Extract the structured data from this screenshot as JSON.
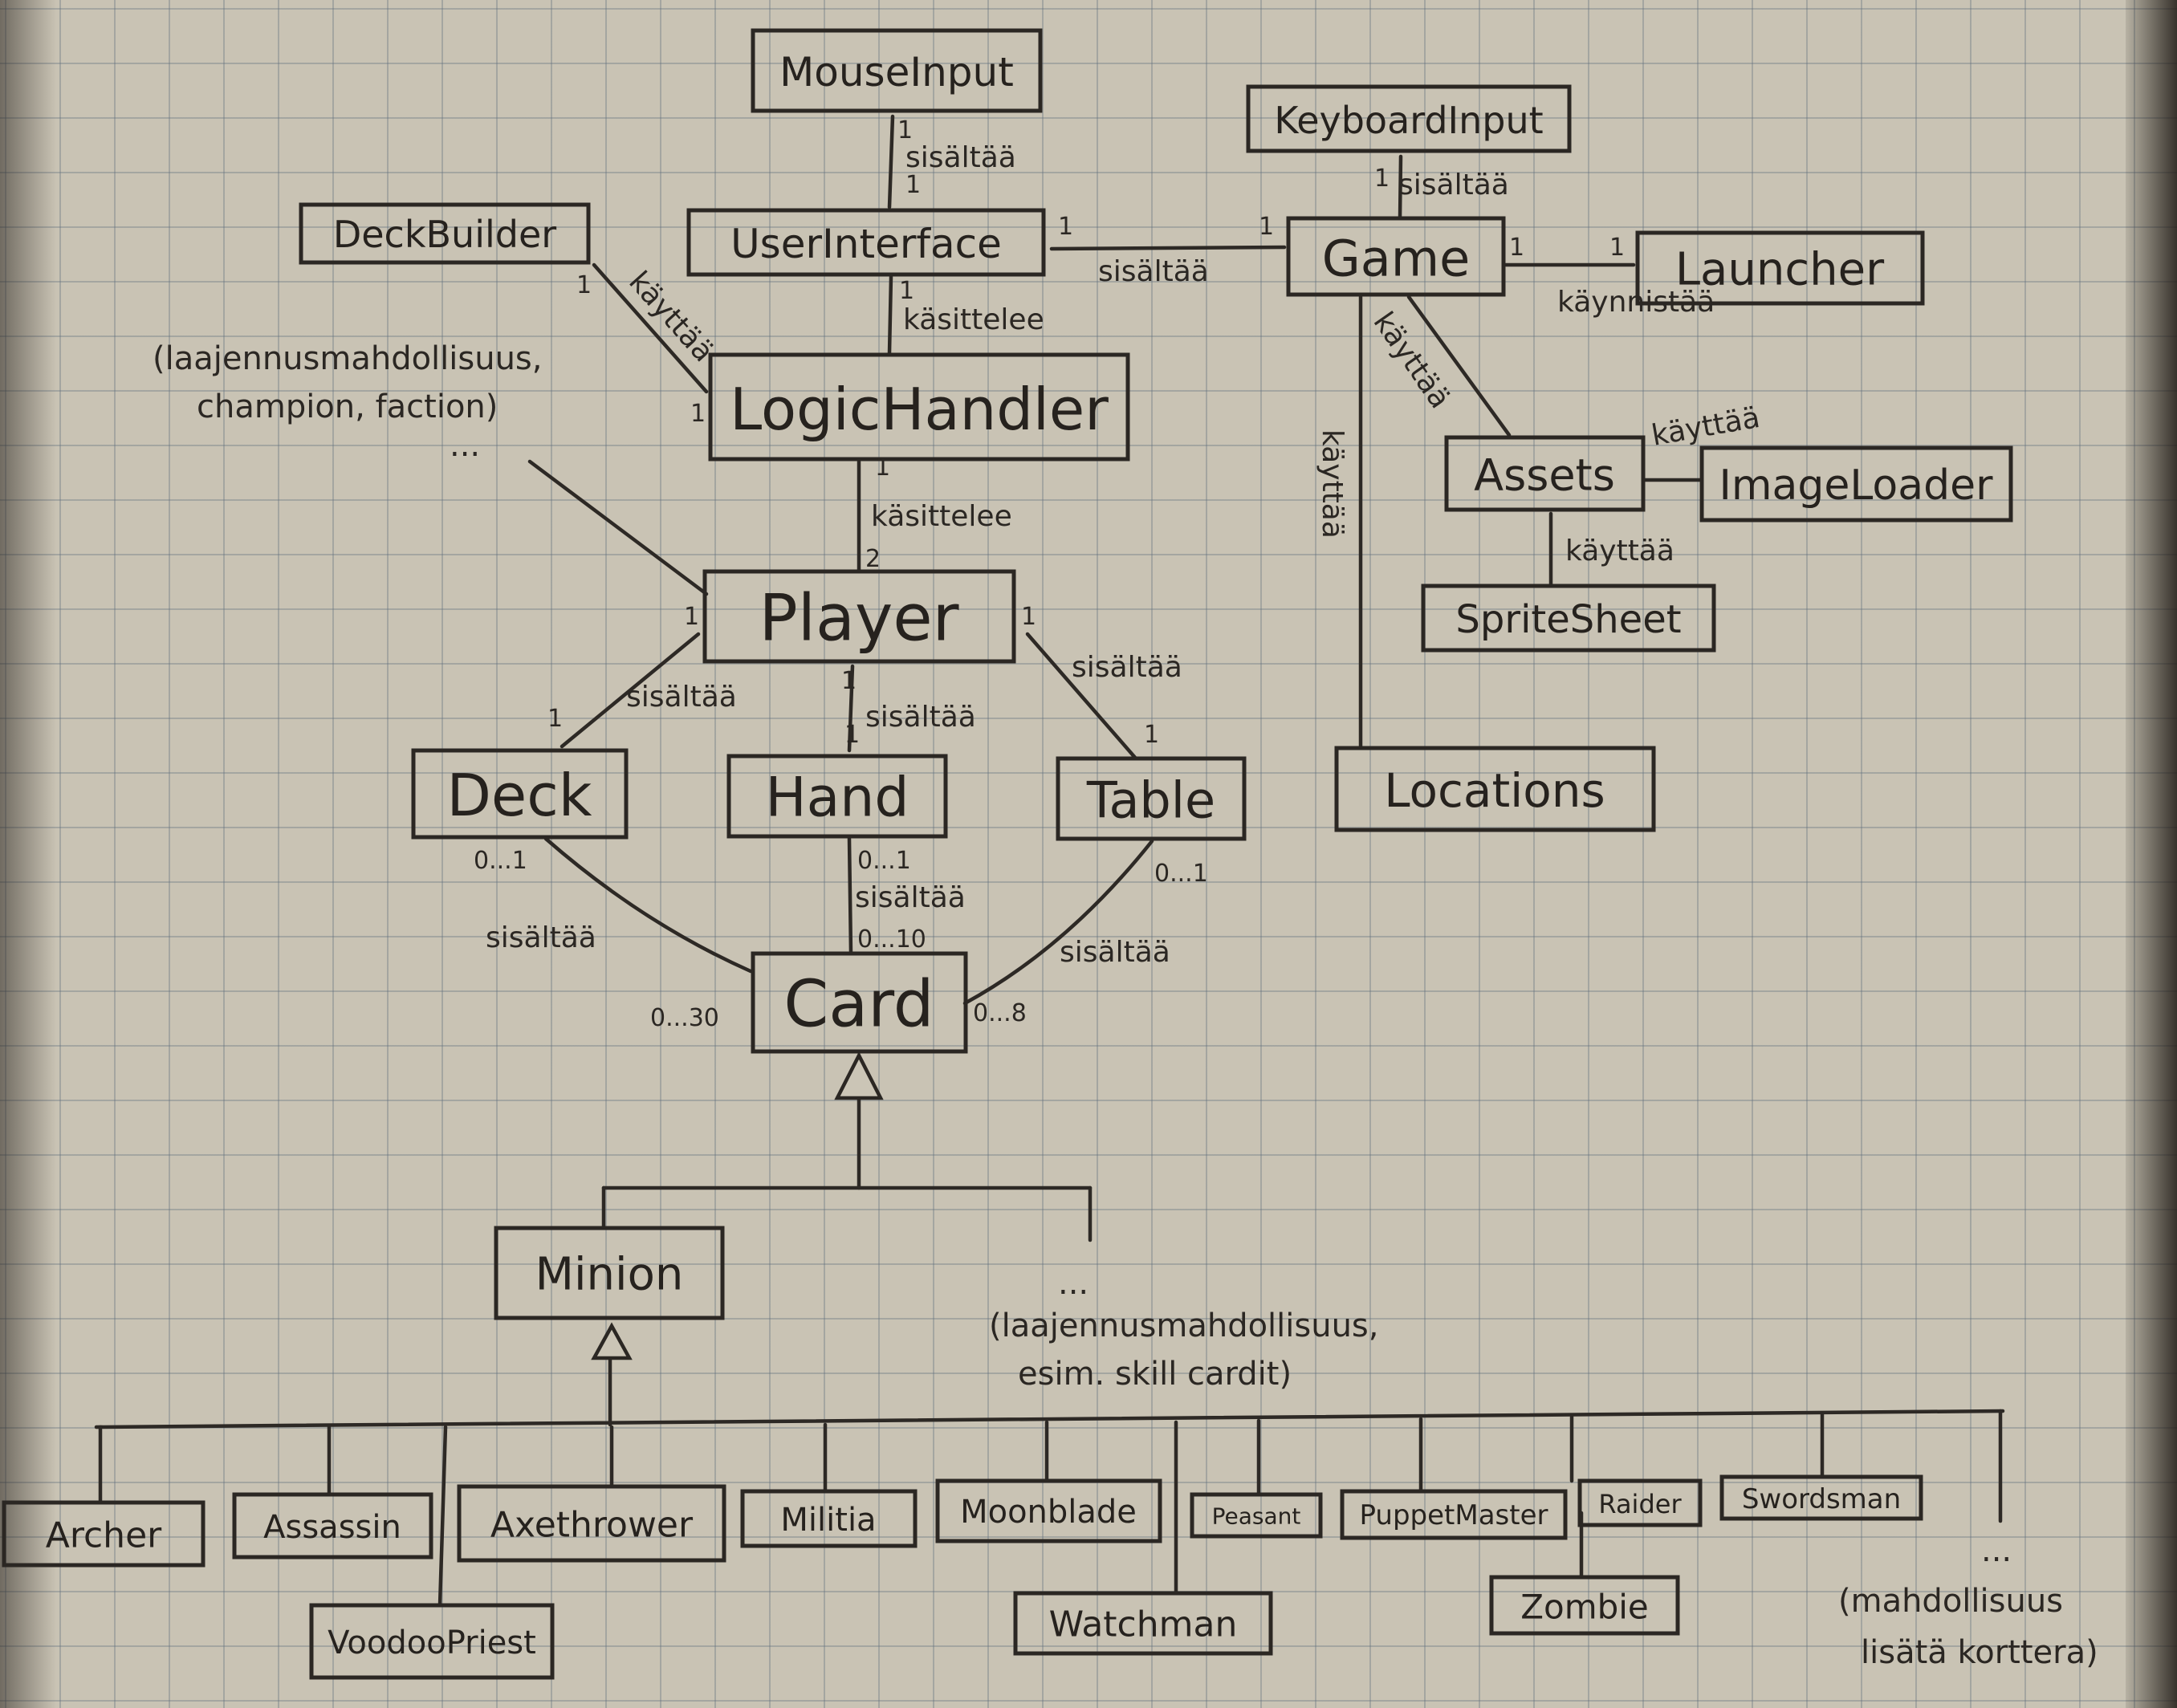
{
  "classes": {
    "mouse_input": "MouseInput",
    "keyboard_input": "KeyboardInput",
    "deck_builder": "DeckBuilder",
    "user_interface": "UserInterface",
    "game": "Game",
    "launcher": "Launcher",
    "logic_handler": "LogicHandler",
    "assets": "Assets",
    "image_loader": "ImageLoader",
    "sprite_sheet": "SpriteSheet",
    "player": "Player",
    "deck": "Deck",
    "hand": "Hand",
    "table": "Table",
    "locations": "Locations",
    "card": "Card",
    "minion": "Minion",
    "archer": "Archer",
    "assassin": "Assassin",
    "axethrower": "Axethrower",
    "militia": "Militia",
    "moonblade": "Moonblade",
    "peasant": "Peasant",
    "puppetmaster": "PuppetMaster",
    "raider": "Raider",
    "swordsman": "Swordsman",
    "voodoopriest": "VoodooPriest",
    "watchman": "Watchman",
    "zombie": "Zombie"
  },
  "relations": {
    "sisaltaa": "sisältää",
    "kasittelee": "käsittelee",
    "kayttaa": "käyttää",
    "kaynnistaa": "käynnistää"
  },
  "multiplicities": {
    "one": "1",
    "two": "2",
    "zero_one": "0...1",
    "zero_ten": "0...10",
    "zero_thirty": "0...30",
    "zero_eight": "0...8"
  },
  "notes": {
    "extension_line1": "(laajennusmahdollisuus,",
    "extension_line2": "champion, faction)",
    "ellipsis": "...",
    "cards_line1": "(laajennusmahdollisuus,",
    "cards_line2": "esim. skill cardit)",
    "more_line1": "(mahdollisuus",
    "more_line2": "lisätä korttera)"
  }
}
